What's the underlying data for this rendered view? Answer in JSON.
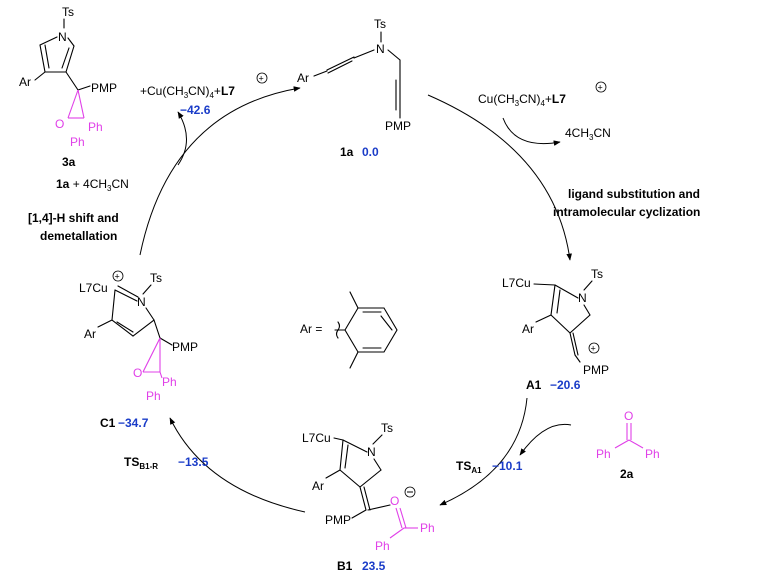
{
  "colors": {
    "energy": "#1a3cc8",
    "ketone": "#e040e8",
    "ink": "#000000"
  },
  "species": {
    "s1a": {
      "label": "1a",
      "energy": "0.0"
    },
    "A1": {
      "label": "A1",
      "energy": "−20.6"
    },
    "B1": {
      "label": "B1",
      "energy": "23.5"
    },
    "C1": {
      "label": "C1",
      "energy": "−34.7"
    },
    "s3a": {
      "label": "3a",
      "energy": "−42.6"
    },
    "s2a": {
      "label": "2a"
    },
    "TSA1": {
      "label": "TS",
      "sub": "A1",
      "energy": "−10.1"
    },
    "TSB1R": {
      "label": "TS",
      "sub": "B1-R",
      "energy": "−13.5"
    }
  },
  "atoms": {
    "Ts": "Ts",
    "N": "N",
    "Ar": "Ar",
    "PMP": "PMP",
    "Ph": "Ph",
    "O": "O",
    "L7Cu": "L7Cu",
    "L7": "L7",
    "plus": "+",
    "minus": "−"
  },
  "text": {
    "cu_complex": "Cu(CH",
    "cu_complex_full": "Cu(CH3CN)4+L7",
    "cu_plus": "+Cu(CH",
    "three": "3",
    "four": "4",
    "cn_close": "CN)",
    "plus_L7": "+",
    "acetonitrile": "4CH",
    "acetonitrile_tail": "CN",
    "reagent_1a": "1a",
    "reagent_tail": " + 4CH",
    "step_right_1": "ligand substitution  and",
    "step_right_2": "intramolecular  cyclization",
    "step_left_1": "[1,4]-H shift and",
    "step_left_2": "demetallation",
    "ar_def": "Ar ="
  }
}
